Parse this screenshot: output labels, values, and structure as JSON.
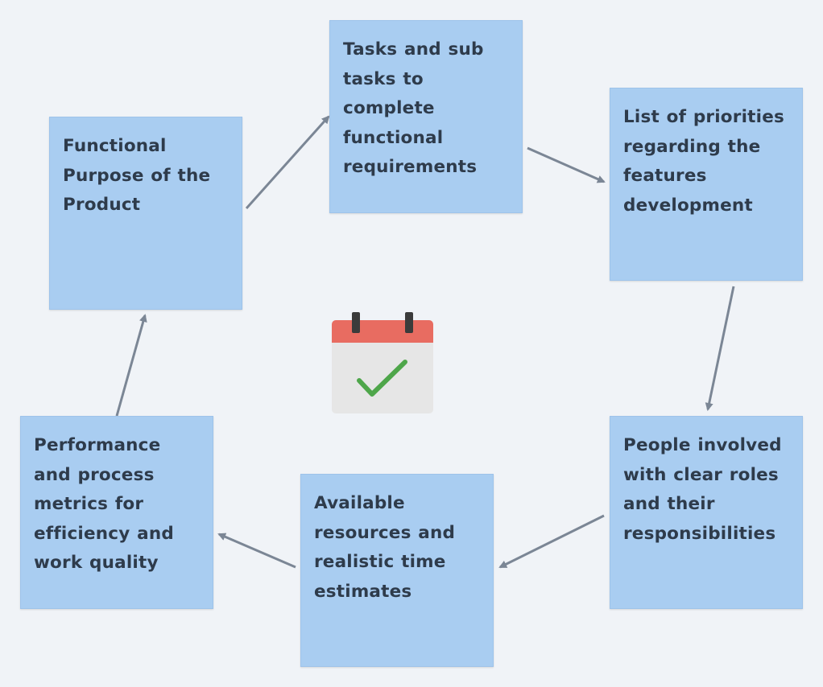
{
  "diagram": {
    "nodes": [
      {
        "id": "functional-purpose",
        "text": "Functional Purpose of the Product"
      },
      {
        "id": "tasks-subtasks",
        "text": "Tasks and sub tasks to complete functional requirements"
      },
      {
        "id": "priorities",
        "text": "List of priorities regarding the features development"
      },
      {
        "id": "people-roles",
        "text": "People involved with clear roles and their responsibilities"
      },
      {
        "id": "resources-estimates",
        "text": "Available resources and realistic time estimates"
      },
      {
        "id": "metrics",
        "text": "Performance and process metrics for efficiency and work quality"
      }
    ],
    "edges": [
      {
        "from": "functional-purpose",
        "to": "tasks-subtasks"
      },
      {
        "from": "tasks-subtasks",
        "to": "priorities"
      },
      {
        "from": "priorities",
        "to": "people-roles"
      },
      {
        "from": "people-roles",
        "to": "resources-estimates"
      },
      {
        "from": "resources-estimates",
        "to": "metrics"
      },
      {
        "from": "metrics",
        "to": "functional-purpose"
      }
    ],
    "center_icon": "calendar-check-icon"
  },
  "colors": {
    "background": "#f0f3f7",
    "note_fill": "#a9cdf1",
    "note_text": "#2e3b4b",
    "arrow": "#7b8695",
    "calendar_header": "#e86c61",
    "calendar_body": "#e6e6e6",
    "calendar_rings": "#3b3b3b",
    "check": "#4ea64a"
  }
}
